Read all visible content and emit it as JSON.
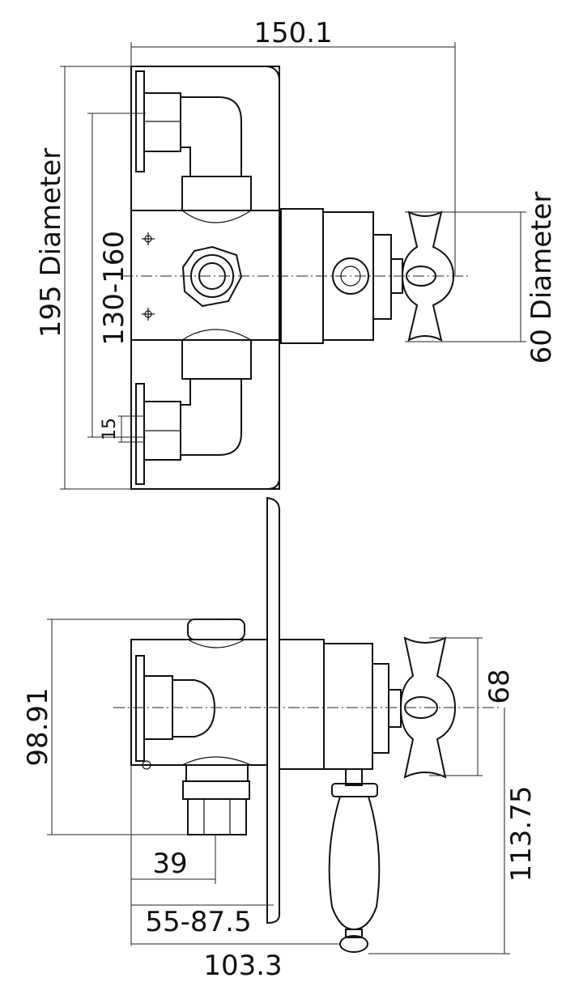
{
  "dimensions": {
    "top_width": "150.1",
    "outer_diameter": "195 Diameter",
    "pipe_centres": "130-160",
    "pipe_stub": "15",
    "handle_diameter": "60 Diameter",
    "body_height": "98.91",
    "handle_height": "68",
    "lever_drop": "113.75",
    "inlet_offset": "39",
    "wall_depth": "55-87.5",
    "overall_depth": "103.3"
  }
}
